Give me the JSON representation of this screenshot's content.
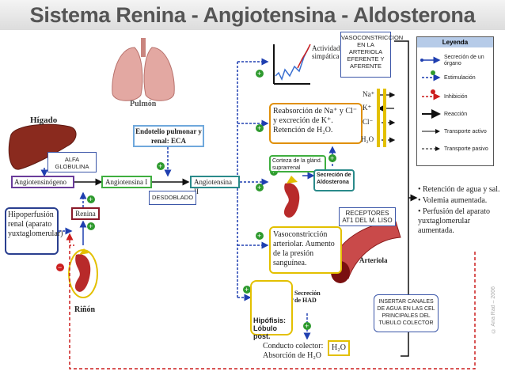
{
  "title": "Sistema Renina - Angiotensina - Aldosterona",
  "labels": {
    "higado": "Hígado",
    "pulmon": "Pulmón",
    "rinon": "Riñón",
    "arteriola": "Arteriola",
    "actividad": "Actividad simpática",
    "secrecion_had": "Secreción de HAD"
  },
  "boxes": {
    "angiotensinogeno": "Angiotensinógeno",
    "angiotensina1": "Angiotensina I",
    "angiotensina2": "Angiotensina II",
    "renina": "Renina",
    "hipoperfusion": "Hipoperfusión renal (aparato yuxtaglomerular)",
    "endotelio": "Endotelio pulmonar y renal: ECA",
    "reabsorcion": "Reabsorción de Na⁺ y Cl⁻ y excreción de K⁺. Retención de H₂O.",
    "corteza": "Corteza de la glánd. suprarrenal",
    "aldosterona": "Secreción de Aldosterona",
    "vasoconstriccion": "Vasoconstricción arteriolar. Aumento de la presión sanguínea.",
    "hipofisis": "Hipófisis: Lóbulo post.",
    "conducto": "Conducto colector: Absorción de H₂O",
    "h2o_bottom": "H₂O"
  },
  "ions": [
    "Na⁺",
    "K⁺",
    "Cl⁻",
    "H₂O"
  ],
  "notes": {
    "alfa": "ALFA GLOBULINA",
    "desdoblado": "DESDOBLADO",
    "vaso": "VASOCONSTRICCION EN LA ARTERIOLA EFERENTE Y AFERENTE",
    "receptores": "RECEPTORES AT1 DEL M. LISO",
    "canales": "INSERTAR CANALES DE AGUA EN LAS CEL PRINCIPALES DEL TUBULO COLECTOR"
  },
  "effects": [
    "Retención de agua y sal.",
    "Volemia aumentada.",
    "Perfusión del aparato yuxtaglomerular aumentada."
  ],
  "legend": {
    "title": "Leyenda",
    "items": [
      "Secreción de un órgano",
      "Estimulación",
      "Inhibición",
      "Reacción",
      "Transporte activo",
      "Transporte pasivo"
    ]
  },
  "watermark": "© Aria Rad – 2006",
  "colors": {
    "blue": "#1f3fb0",
    "green": "#2e9a2e",
    "red": "#cc1f1f",
    "box_green": "#3fae3f",
    "box_teal": "#2a8a8a",
    "box_orange": "#e0900a",
    "box_yellow": "#e3c000",
    "box_lightblue": "#6fa8dc",
    "box_purple": "#6a3c9a",
    "box_maroon": "#8a1a2a",
    "box_darkblue": "#2a3f8f"
  }
}
